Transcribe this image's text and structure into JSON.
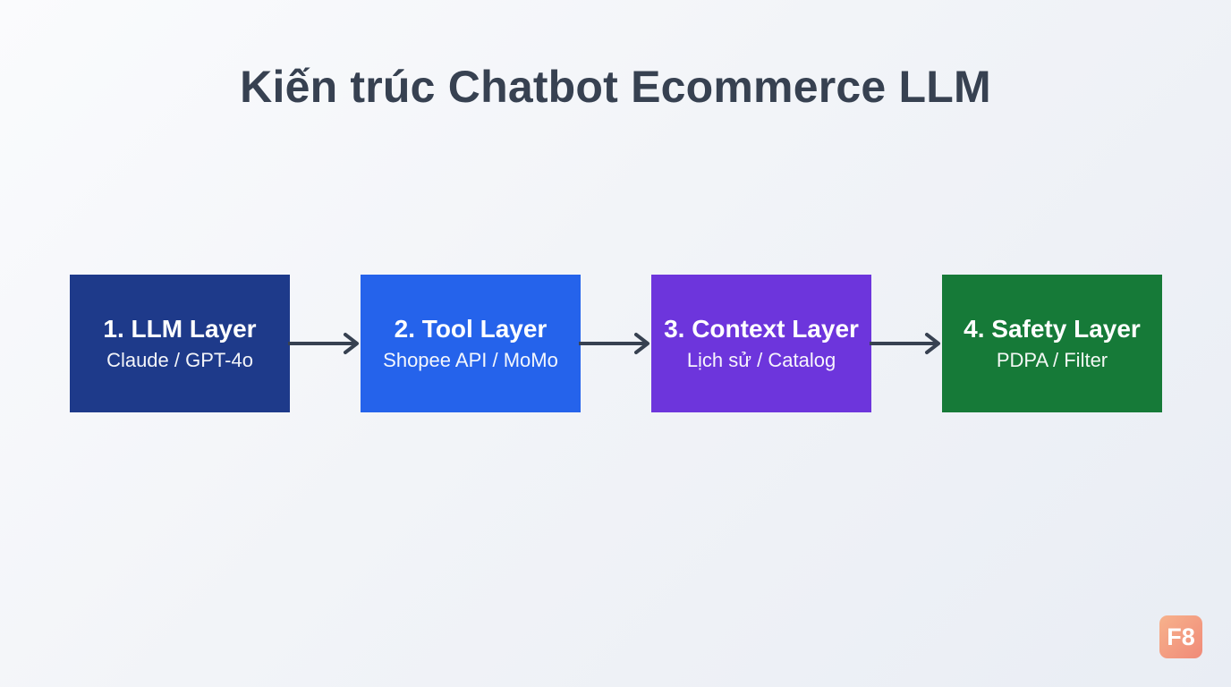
{
  "title": "Kiến trúc Chatbot Ecommerce LLM",
  "layers": [
    {
      "title": "1. LLM Layer",
      "subtitle": "Claude / GPT-4o",
      "color": "#1e3a8a"
    },
    {
      "title": "2. Tool Layer",
      "subtitle": "Shopee API / MoMo",
      "color": "#2563eb"
    },
    {
      "title": "3. Context Layer",
      "subtitle": "Lịch sử / Catalog",
      "color": "#6d35dc"
    },
    {
      "title": "4. Safety Layer",
      "subtitle": "PDPA / Filter",
      "color": "#167a38"
    }
  ],
  "arrow_color": "#374151",
  "logo": {
    "text": "F8"
  }
}
